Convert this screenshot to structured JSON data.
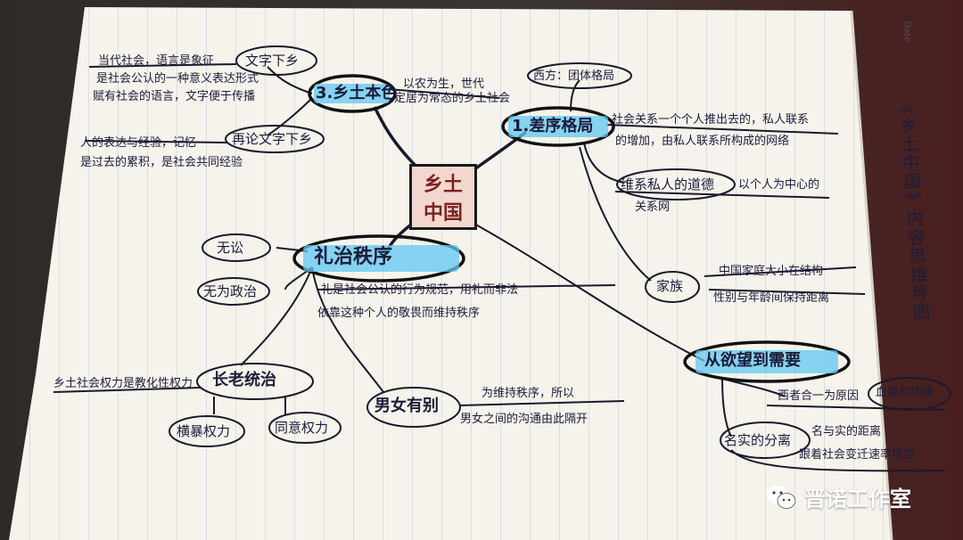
{
  "center": {
    "line1": "乡土",
    "line2": "中国"
  },
  "vertical_title": "《乡土中国》内容思维导图",
  "corner_mark": "Date",
  "nodes": {
    "n1": "1.差序格局",
    "n2": "3.乡土本色",
    "n3": "礼治秩序",
    "n4": "从欲望到需要",
    "n5": "家族",
    "n6": "长老统治",
    "n7": "男女有别",
    "n8": "文字下乡",
    "n9": "再论文字下乡",
    "n10": "无讼",
    "n11": "无为政治",
    "n12": "西方：团体格局",
    "n13": "维系私人的道德",
    "n14": "名实的分离",
    "n15": "横暴权力",
    "n16": "同意权力"
  },
  "notes": {
    "wenzi_1": "当代社会，语言是象征",
    "wenzi_2": "是社会公认的一种意义表达形式",
    "wenzi_3": "赋有社会的语言，文字便于传播",
    "bense_1": "以农为生，世代",
    "bense_2": "定居为常态的乡土社会",
    "zaitan_1": "人的表达与经验，记忆",
    "zaitan_2": "是过去的累积，是社会共同经验",
    "chaxu_1": "社会关系一个个人推出去的，私人联系",
    "chaxu_2": "的增加，由私人联系所构成的网络",
    "daode_1": "以个人为中心的",
    "daode_2": "关系网",
    "lizhi_1": "礼是社会公认的行为规范，用礼而非法",
    "lizhi_2": "依靠这种个人的敬畏而维持秩序",
    "jiazu_1": "中国家庭大小在结构",
    "jiazu_2": "性别与年龄间保持距离",
    "zhanglao": "乡土社会权力是教化性权力",
    "nannv_1": "为维持秩序，所以",
    "nannv_2": "男女之间的沟通由此隔开",
    "yuwang_1": "西者合一为原因",
    "yuwang_2": "血缘和地缘",
    "mingshi_1": "名与实的距离",
    "mingshi_2": "跟着社会变迁速率增加"
  },
  "watermark": "晋诺工作室",
  "colors": {
    "highlight": "#5fc8f2",
    "ink": "#1c1c3a",
    "center_ink": "#7a2320",
    "center_fill": "#f3d7cf"
  }
}
